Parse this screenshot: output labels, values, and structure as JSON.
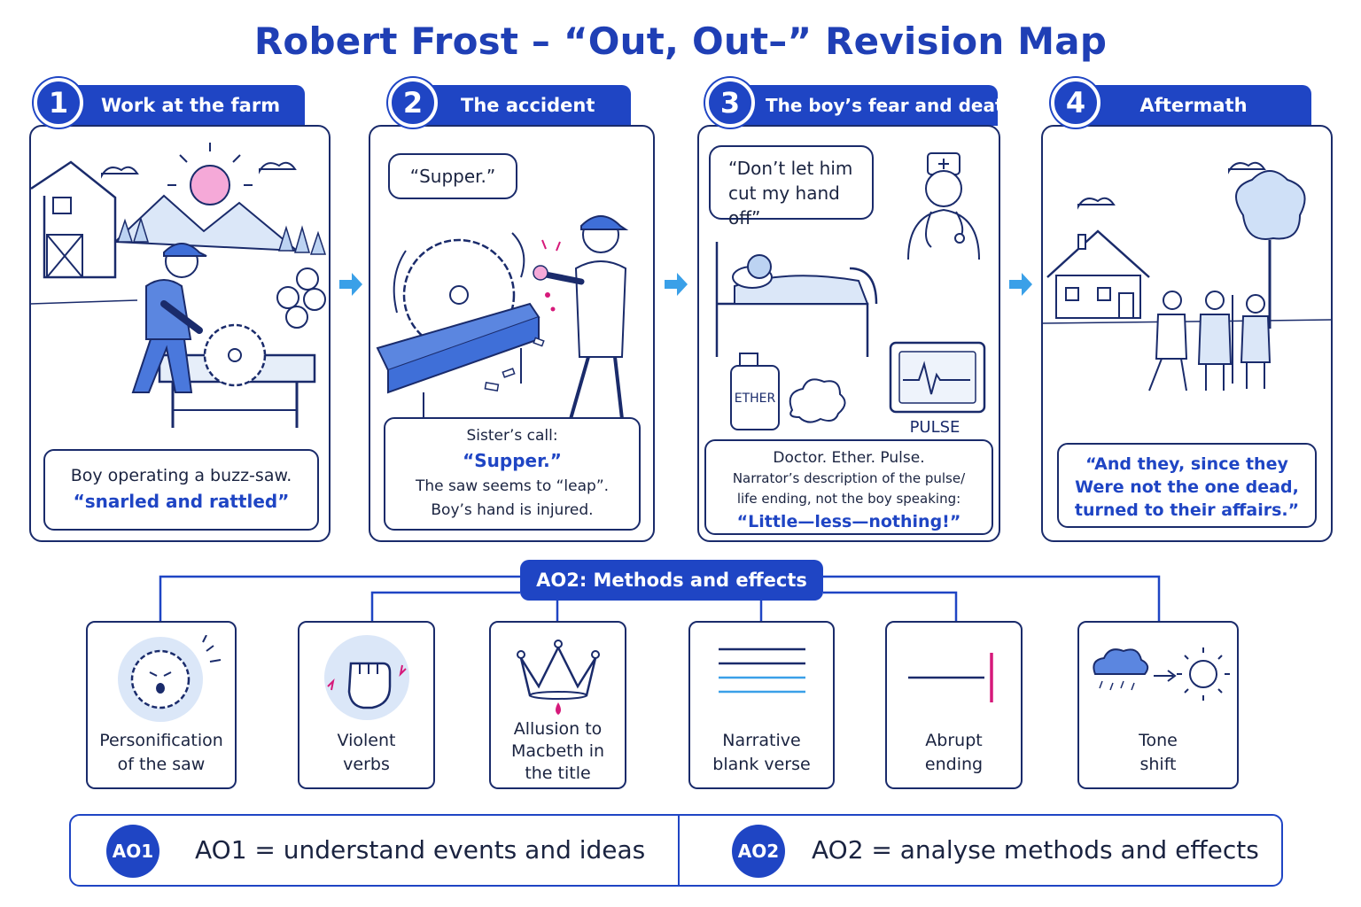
{
  "title": "Robert Frost – “Out, Out–” Revision Map",
  "steps": [
    {
      "number": "1",
      "heading": "Work at the farm",
      "caption_line1": "Boy operating a buzz-saw.",
      "caption_quote": "“snarled and rattled”"
    },
    {
      "number": "2",
      "heading": "The accident",
      "bubble": "“Supper.”",
      "caption_line1": "Sister’s call:",
      "caption_quote": "“Supper.”",
      "caption_line2": "The saw seems to “leap”.",
      "caption_line3": "Boy’s hand is injured."
    },
    {
      "number": "3",
      "heading": "The boy’s fear and death",
      "bubble_line1": "“Don’t let him",
      "bubble_line2": "cut my hand off”",
      "bottle_label": "ETHER",
      "monitor_label": "PULSE",
      "caption_line1": "Doctor. Ether. Pulse.",
      "caption_line2": "Narrator’s description of the pulse/",
      "caption_line3": "life ending, not the boy speaking:",
      "caption_quote": "“Little—less—nothing!”"
    },
    {
      "number": "4",
      "heading": "Aftermath",
      "caption_line1": "“And they, since they",
      "caption_line2": "Were not the one dead,",
      "caption_line3": "turned to their affairs.”"
    }
  ],
  "methods_header": "AO2: Methods and effects",
  "methods": [
    {
      "line1": "Personification",
      "line2": "of the saw",
      "icon": "saw-face-icon"
    },
    {
      "line1": "Violent",
      "line2": "verbs",
      "icon": "fist-icon"
    },
    {
      "line1": "Allusion to",
      "line2": "Macbeth in",
      "line3": "the title",
      "icon": "crown-icon"
    },
    {
      "line1": "Narrative",
      "line2": "blank verse",
      "icon": "lines-icon"
    },
    {
      "line1": "Abrupt",
      "line2": "ending",
      "icon": "line-stop-icon"
    },
    {
      "line1": "Tone",
      "line2": "shift",
      "icon": "cloud-to-sun-icon"
    }
  ],
  "legend": {
    "ao1_badge": "AO1",
    "ao1_text": "AO1 = understand events and ideas",
    "ao2_badge": "AO2",
    "ao2_text": "AO2 = analyse methods and effects"
  },
  "colors": {
    "primary_blue": "#1f45c4",
    "outline": "#1a2b6b",
    "accent_pink": "#d6197a",
    "light_blue": "#cfe0f7",
    "arrow_blue": "#3aa0e8"
  }
}
